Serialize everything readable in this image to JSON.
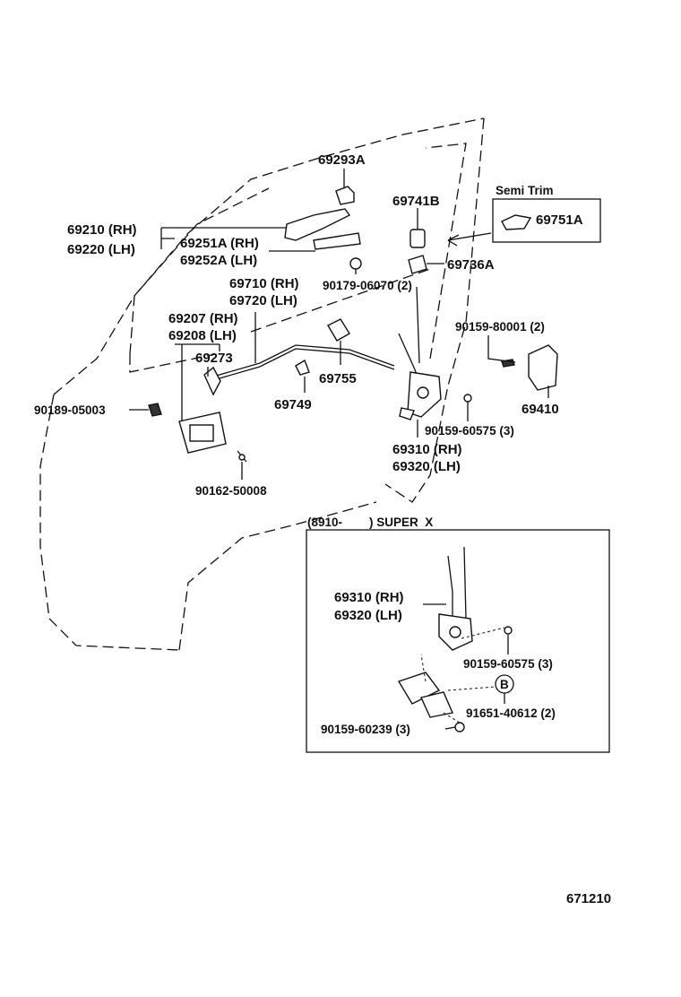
{
  "labels": {
    "p69293A": "69293A",
    "p69741B": "69741B",
    "semi_trim": "Semi Trim",
    "p69751A": "69751A",
    "p69210": "69210 (RH)",
    "p69220": "69220 (LH)",
    "p69251A": "69251A (RH)",
    "p69252A": "69252A (LH)",
    "p69736A": "69736A",
    "p90179": "90179-06070 (2)",
    "p69710": "69710 (RH)",
    "p69720": "69720 (LH)",
    "p69207": "69207 (RH)",
    "p69208": "69208 (LH)",
    "p90159_80001": "90159-80001 (2)",
    "p69273": "69273",
    "p69755": "69755",
    "p69749": "69749",
    "p69410": "69410",
    "p90189": "90189-05003",
    "p90159_60575_a": "90159-60575 (3)",
    "p69310_a": "69310 (RH)",
    "p69320_a": "69320 (LH)",
    "p90162": "90162-50008",
    "inset_header": "(8910-        ) SUPER  X",
    "p69310_b": "69310 (RH)",
    "p69320_b": "69320 (LH)",
    "p90159_60575_b": "90159-60575 (3)",
    "callout_b": "B",
    "p91651": "91651-40612 (2)",
    "p90159_60239": "90159-60239 (3)",
    "diagram_number": "671210"
  }
}
